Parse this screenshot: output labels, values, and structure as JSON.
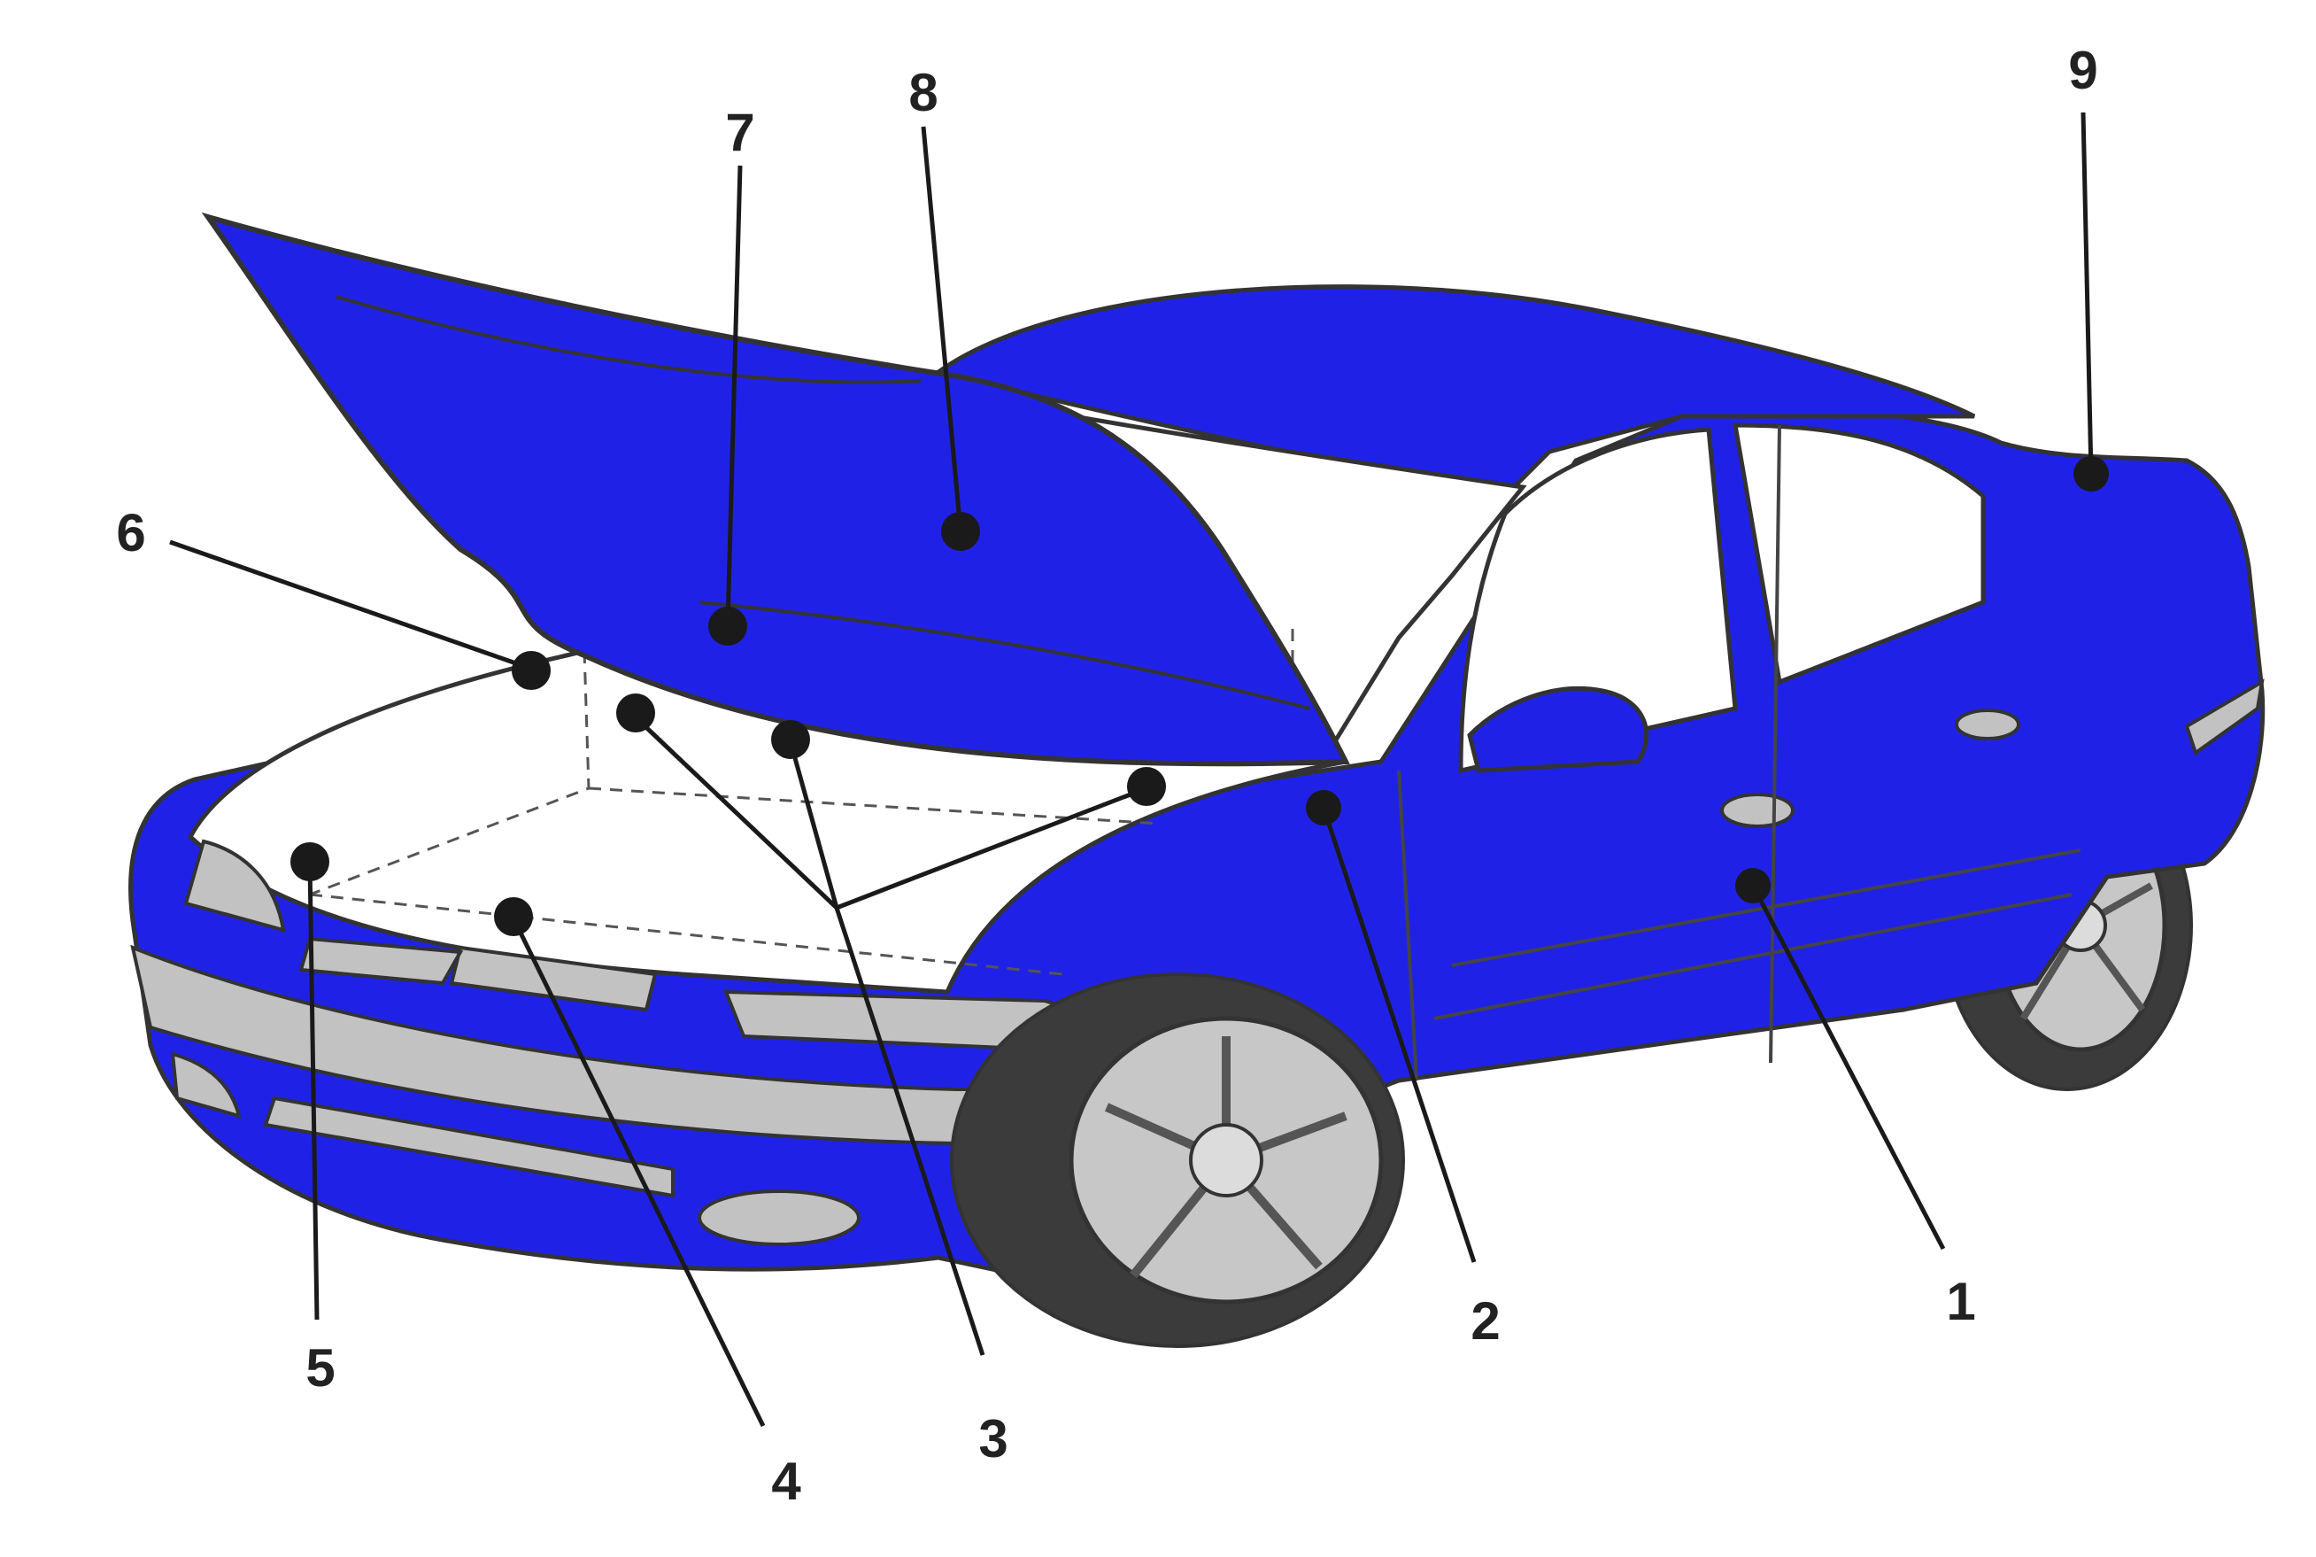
{
  "colors": {
    "body": "#1f22e6",
    "outline": "#3a3a3a",
    "glass": "#ffffff",
    "bumper": "#c2c2c2",
    "tire": "#3b3b3b",
    "wheel": "#c7c7c7",
    "callout": "#1a1a1a"
  },
  "callouts": [
    {
      "label": "1"
    },
    {
      "label": "2"
    },
    {
      "label": "3"
    },
    {
      "label": "4"
    },
    {
      "label": "5"
    },
    {
      "label": "6"
    },
    {
      "label": "7"
    },
    {
      "label": "8"
    },
    {
      "label": "9"
    }
  ]
}
